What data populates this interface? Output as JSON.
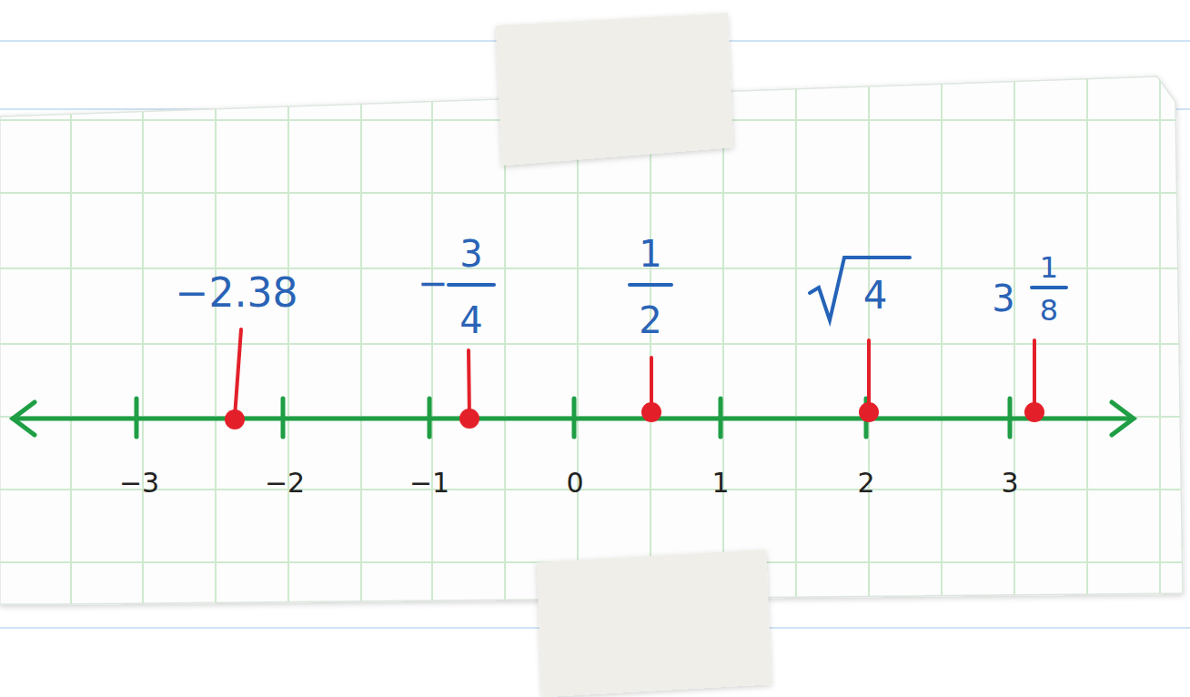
{
  "diagram": {
    "labels": [
      "−2.38",
      "−",
      "3",
      "4",
      "1",
      "2",
      "4",
      "3",
      "1",
      "8",
      "−3",
      "−2",
      "−1",
      "0",
      "1",
      "2",
      "3"
    ]
  }
}
